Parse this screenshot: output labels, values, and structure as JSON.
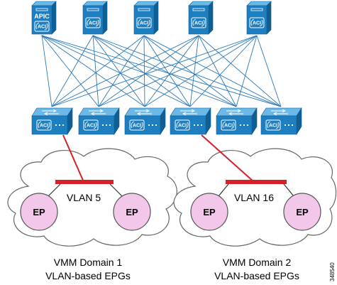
{
  "figure_id": "348540",
  "apic_node": {
    "label": "APIC",
    "sublabel": "ACI"
  },
  "spine_switches": [
    {
      "label": "ACI"
    },
    {
      "label": "ACI"
    },
    {
      "label": "ACI"
    },
    {
      "label": "ACI"
    }
  ],
  "leaf_switches": [
    {
      "label": "ACI"
    },
    {
      "label": "ACI"
    },
    {
      "label": "ACI"
    },
    {
      "label": "ACI"
    },
    {
      "label": "ACI"
    },
    {
      "label": "ACI"
    }
  ],
  "domains": [
    {
      "vlan_label": "VLAN 5",
      "endpoints": [
        "EP",
        "EP"
      ],
      "caption_line1": "VMM Domain 1",
      "caption_line2": "VLAN-based EPGs"
    },
    {
      "vlan_label": "VLAN 16",
      "endpoints": [
        "EP",
        "EP"
      ],
      "caption_line1": "VMM Domain 2",
      "caption_line2": "VLAN-based EPGs"
    }
  ],
  "colors": {
    "device_blue": "#1e7fc0",
    "device_dark": "#0f5f95",
    "device_light": "#6cb8e6",
    "fabric_line": "#2a78b8",
    "vlan_red": "#d42027",
    "ep_fill": "#f2c7ea",
    "cloud_stroke": "#666666"
  }
}
